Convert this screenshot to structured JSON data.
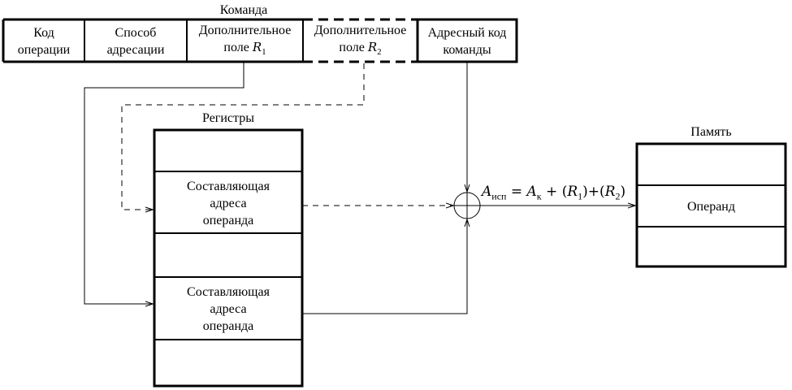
{
  "command": {
    "title": "Команда",
    "fields": [
      {
        "line1": "Код",
        "line2": "операции"
      },
      {
        "line1": "Способ",
        "line2": "адресации"
      },
      {
        "line1": "Дополнительное",
        "line2_text": "поле",
        "line2_var": "R",
        "line2_sub": "1"
      },
      {
        "line1": "Дополнительное",
        "line2_text": "поле",
        "line2_var": "R",
        "line2_sub": "2",
        "optional": true
      },
      {
        "line1": "Адресный код",
        "line2": "команды"
      }
    ]
  },
  "registers": {
    "title": "Регистры",
    "cells": [
      {
        "text": ""
      },
      {
        "line1": "Составляющая",
        "line2": "адреса",
        "line3": "операнда"
      },
      {
        "text": ""
      },
      {
        "line1": "Составляющая",
        "line2": "адреса",
        "line3": "операнда"
      },
      {
        "text": ""
      }
    ]
  },
  "memory": {
    "title": "Память",
    "cells": [
      {
        "text": ""
      },
      {
        "text": "Операнд"
      },
      {
        "text": ""
      }
    ]
  },
  "formula": {
    "lhs_var": "A",
    "lhs_sub": "исп",
    "eq": "=",
    "t1_var": "A",
    "t1_sub": "к",
    "plus": "+",
    "t2_open": "(",
    "t2_var": "R",
    "t2_sub": "1",
    "t2_close": ")",
    "t3_open": "(",
    "t3_var": "R",
    "t3_sub": "2",
    "t3_close": ")"
  },
  "adder": {
    "icon": "summing-junction-icon"
  }
}
